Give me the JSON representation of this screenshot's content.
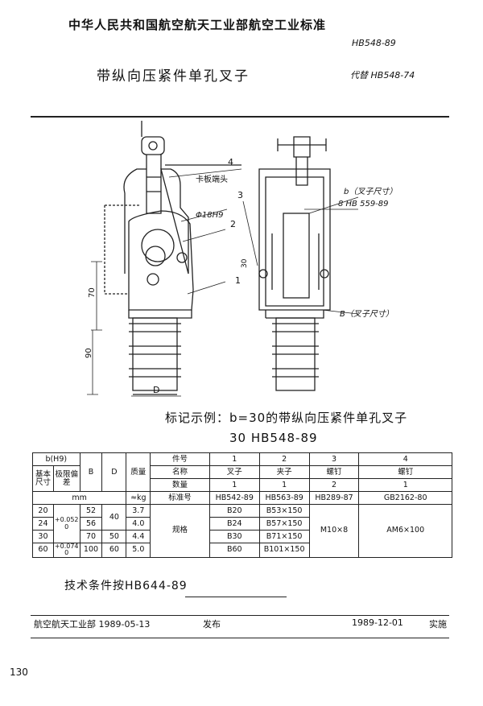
{
  "header": {
    "org_line": "中华人民共和国航空航天工业部航空工业标准",
    "std_no": "HB548-89",
    "title": "带纵向压紧件单孔叉子",
    "replaces": "代替 HB548-74"
  },
  "drawing": {
    "callouts": [
      "1",
      "2",
      "3",
      "4"
    ],
    "label_card": "卡板端头",
    "label_phi": "Φ18H9",
    "label_b": "b（叉子尺寸）",
    "label_screw": "8 HB 559-89",
    "label_B": "B（叉子尺寸）",
    "dim_30": "30",
    "dim_70": "70",
    "dim_90": "90",
    "dim_D": "D"
  },
  "example": {
    "line1": "标记示例：b=30的带纵向压紧件单孔叉子",
    "line2": "30   HB548-89"
  },
  "table": {
    "hdr_b": "b(H9)",
    "hdr_basic": "基本尺寸",
    "hdr_dev": "极限偏差",
    "hdr_B": "B",
    "hdr_D": "D",
    "hdr_mass": "质量",
    "hdr_mm": "mm",
    "hdr_kg": "≈kg",
    "row_part_no": "件号",
    "row_name": "名称",
    "row_qty": "数量",
    "row_std": "标准号",
    "row_spec": "规格",
    "parts": [
      {
        "no": "1",
        "name": "叉子",
        "qty": "1",
        "std": "HB542-89"
      },
      {
        "no": "2",
        "name": "夹子",
        "qty": "1",
        "std": "HB563-89"
      },
      {
        "no": "3",
        "name": "螺钉",
        "qty": "2",
        "std": "HB289-87"
      },
      {
        "no": "4",
        "name": "螺钉",
        "qty": "1",
        "std": "GB2162-80"
      }
    ],
    "rows": [
      {
        "b": "20",
        "B": "52",
        "mass": "3.7",
        "s1": "B20",
        "s2": "B53×150"
      },
      {
        "b": "24",
        "B": "56",
        "mass": "4.0",
        "s1": "B24",
        "s2": "B57×150"
      },
      {
        "b": "30",
        "B": "70",
        "mass": "4.4",
        "s1": "B30",
        "s2": "B71×150"
      },
      {
        "b": "60",
        "B": "100",
        "mass": "5.0",
        "s1": "B60",
        "s2": "B101×150"
      }
    ],
    "dev1": "+0.052\n0",
    "dev2": "+0.074\n0",
    "D1": "40",
    "D2": "50",
    "D3": "60",
    "s3": "M10×8",
    "s4": "AM6×100"
  },
  "tech_note": "技术条件按HB644-89",
  "footer": {
    "issuer": "航空航天工业部 1989-05-13",
    "issued": "发布",
    "effective_date": "1989-12-01",
    "effective": "实施"
  },
  "page_number": "130"
}
